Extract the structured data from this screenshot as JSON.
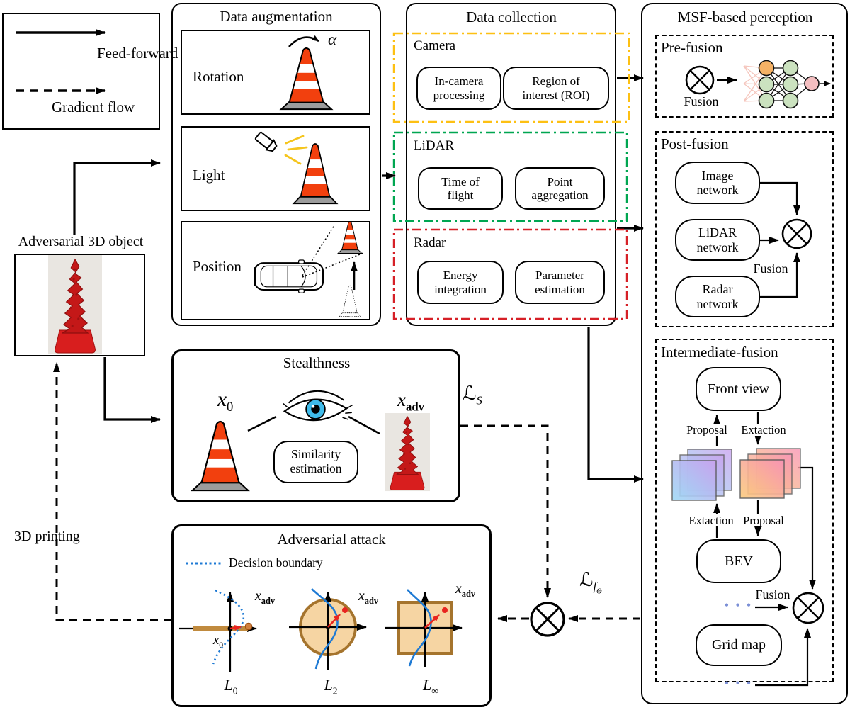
{
  "legend": {
    "feed_forward": "Feed-forward",
    "gradient_flow": "Gradient flow"
  },
  "left": {
    "object_label": "Adversarial 3D object",
    "printing_label": "3D printing"
  },
  "augmentation": {
    "title": "Data augmentation",
    "rotation": "Rotation",
    "alpha": "α",
    "light": "Light",
    "position": "Position"
  },
  "collection": {
    "title": "Data collection",
    "camera_label": "Camera",
    "camera_items": [
      "In-camera processing",
      "Region of interest (ROI)"
    ],
    "lidar_label": "LiDAR",
    "lidar_items": [
      "Time of flight",
      "Point aggregation"
    ],
    "radar_label": "Radar",
    "radar_items": [
      "Energy integration",
      "Parameter estimation"
    ]
  },
  "msf": {
    "title": "MSF-based perception",
    "pre": {
      "label": "Pre-fusion",
      "fusion": "Fusion"
    },
    "post": {
      "label": "Post-fusion",
      "fusion": "Fusion",
      "networks": [
        "Image network",
        "LiDAR network",
        "Radar network"
      ]
    },
    "inter": {
      "label": "Intermediate-fusion",
      "front_view": "Front view",
      "bev": "BEV",
      "grid_map": "Grid map",
      "fusion": "Fusion",
      "proposal": "Proposal",
      "extaction": "Extaction",
      "dots": "• • •"
    }
  },
  "stealth": {
    "title": "Stealthness",
    "similarity": "Similarity estimation"
  },
  "attack": {
    "title": "Adversarial attack",
    "decision_boundary": "Decision boundary"
  },
  "math": {
    "x": "x",
    "sub0": "0",
    "subadv": "adv",
    "loss": "ℒ",
    "loss_s_sub": "S",
    "loss_f_sub": "f",
    "loss_f_theta": "Θ",
    "l": "L",
    "l0_sub": "0",
    "l2_sub": "2",
    "linf_sub": "∞"
  },
  "colors": {
    "camera_accent": "#FDC013",
    "lidar_accent": "#00A651",
    "radar_accent": "#D62027",
    "cone_orange": "#F2400E",
    "ball_tan_fill": "#F6D5A3",
    "ball_tan_stroke": "#A5742D",
    "boundary_blue": "#1E7AD4",
    "adv_red": "#C41818",
    "dots_blue": "#7B8FD6"
  }
}
